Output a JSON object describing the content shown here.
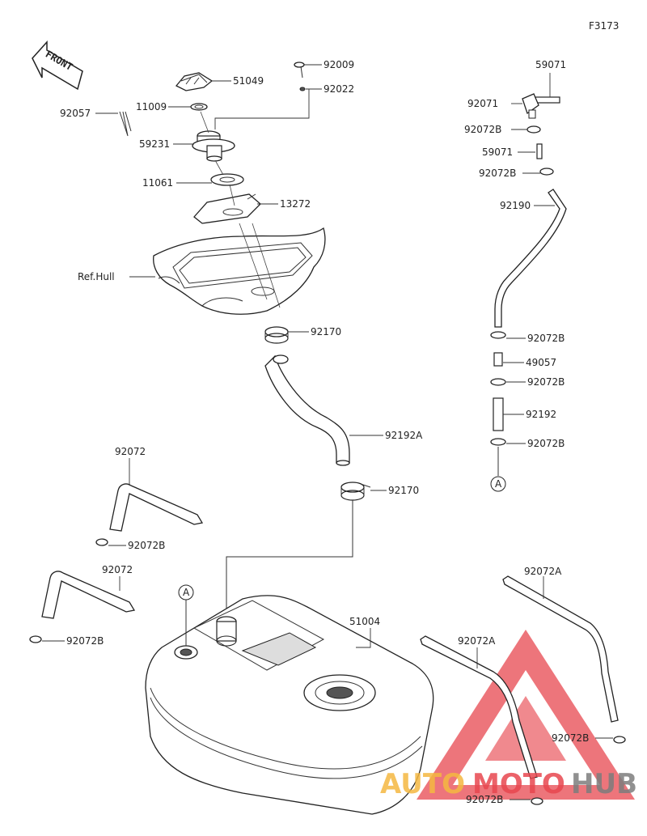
{
  "diagram_code": "F3173",
  "front_label": "FRONT",
  "ref_hull": "Ref.Hull",
  "ref_marker": "A",
  "part_numbers": {
    "p51049": "51049",
    "p92009": "92009",
    "p92022": "92022",
    "p11009": "11009",
    "p92057": "92057",
    "p59231": "59231",
    "p11061": "11061",
    "p13272": "13272",
    "p92170_top": "92170",
    "p92192A": "92192A",
    "p92170_bot": "92170",
    "p92072_left1": "92072",
    "p92072B_left1": "92072B",
    "p92072_left2": "92072",
    "p92072B_left2": "92072B",
    "p51004": "51004",
    "p92072A_top": "92072A",
    "p92072A_mid": "92072A",
    "p92072B_right1": "92072B",
    "p92072B_right2": "92072B",
    "p59071_top": "59071",
    "p92071": "92071",
    "p92072B_r1": "92072B",
    "p59071_mid": "59071",
    "p92072B_r2": "92072B",
    "p92190": "92190",
    "p92072B_r3": "92072B",
    "p49057": "49057",
    "p92072B_r4": "92072B",
    "p92192": "92192",
    "p92072B_r5": "92072B"
  },
  "watermark": {
    "part1": "AUTO",
    "part2": "MOTO",
    "part3": "HUB",
    "color_orange": "#f5b841",
    "color_red": "#e8474f",
    "color_gray": "#7d7d7d"
  }
}
